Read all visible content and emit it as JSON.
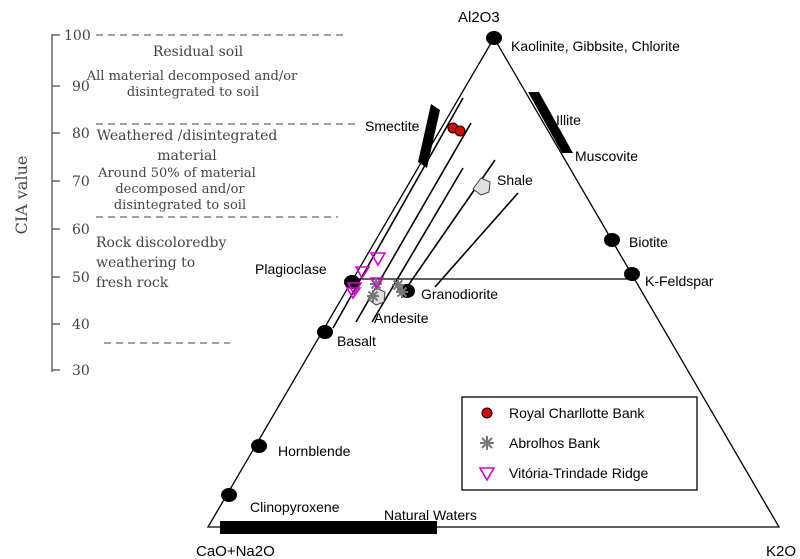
{
  "scale": {
    "axis_label": "CIA value",
    "ticks": [
      "100",
      "90",
      "80",
      "70",
      "60",
      "50",
      "40",
      "30"
    ],
    "zones": [
      {
        "lines": [
          "Residual soil",
          "All material decomposed and/or",
          "disintegrated to soil"
        ]
      },
      {
        "lines": [
          "Weathered /disintegrated",
          "material",
          "Around 50% of material",
          "decomposed and/or",
          "disintegrated to soil"
        ]
      },
      {
        "lines": [
          "Rock discoloredby",
          "weathering to",
          "fresh rock"
        ]
      }
    ]
  },
  "vertices": {
    "top": "Al2O3",
    "left": "CaO+Na2O",
    "right": "K2O"
  },
  "minerals": {
    "kaolinite": "Kaolinite, Gibbsite, Chlorite",
    "smectite": "Smectite",
    "illite": "Illite",
    "muscovite": "Muscovite",
    "shale": "Shale",
    "biotite": "Biotite",
    "k_feldspar": "K-Feldspar",
    "plagioclase": "Plagioclase",
    "granodiorite": "Granodiorite",
    "andesite": "Andesite",
    "basalt": "Basalt",
    "hornblende": "Hornblende",
    "clinopyroxene": "Clinopyroxene",
    "natural_waters": "Natural Waters"
  },
  "legend": {
    "items": [
      {
        "label": "Royal Charllotte Bank",
        "color": "#dd0000",
        "symbol": "circle"
      },
      {
        "label": "Abrolhos Bank",
        "color": "#777777",
        "symbol": "asterisk"
      },
      {
        "label": "Vitória-Trindade Ridge",
        "color": "#dd00dd",
        "symbol": "triangle-down"
      }
    ]
  }
}
